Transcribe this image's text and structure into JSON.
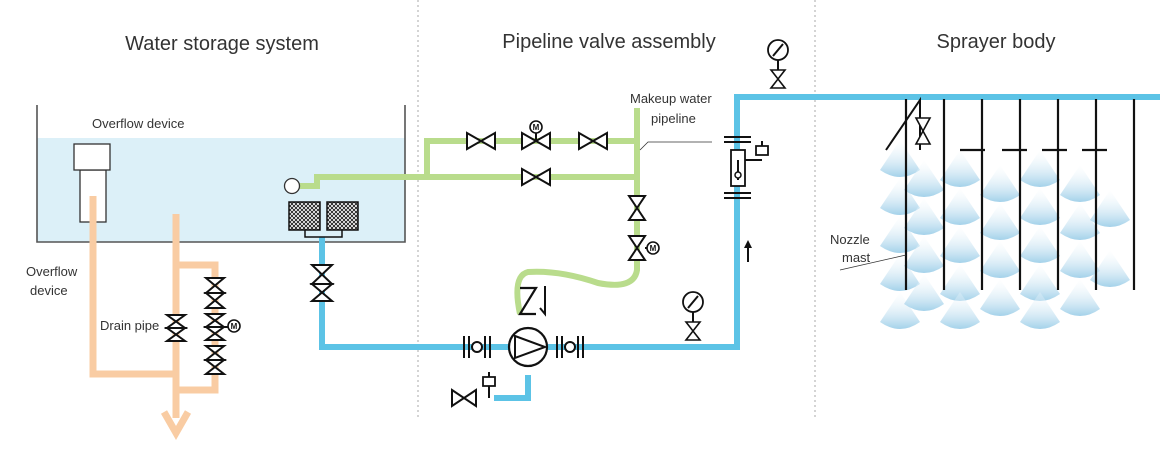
{
  "sections": {
    "water_storage": "Water storage system",
    "pipeline_valve": "Pipeline valve assembly",
    "sprayer_body": "Sprayer body"
  },
  "labels": {
    "overflow_device_tank": "Overflow device",
    "overflow_device_pipe_1": "Overflow",
    "overflow_device_pipe_2": "device",
    "drain_pipe": "Drain pipe",
    "makeup_water_1": "Makeup water",
    "makeup_water_2": "pipeline",
    "nozzle_mast_1": "Nozzle",
    "nozzle_mast_2": "mast"
  },
  "motor_mark": "M",
  "colors": {
    "tank_water": "#dcf0f8",
    "main_pipe": "#5cc3e6",
    "makeup_pipe": "#b9dc8c",
    "drain_pipe": "#f9cca3",
    "spray": "#c7e3f3"
  },
  "icons": [
    "gate-valve",
    "motor-valve",
    "pressure-gauge",
    "pump",
    "filter",
    "check-valve",
    "air-release-valve",
    "float-valve",
    "strainer",
    "flow-arrow"
  ]
}
